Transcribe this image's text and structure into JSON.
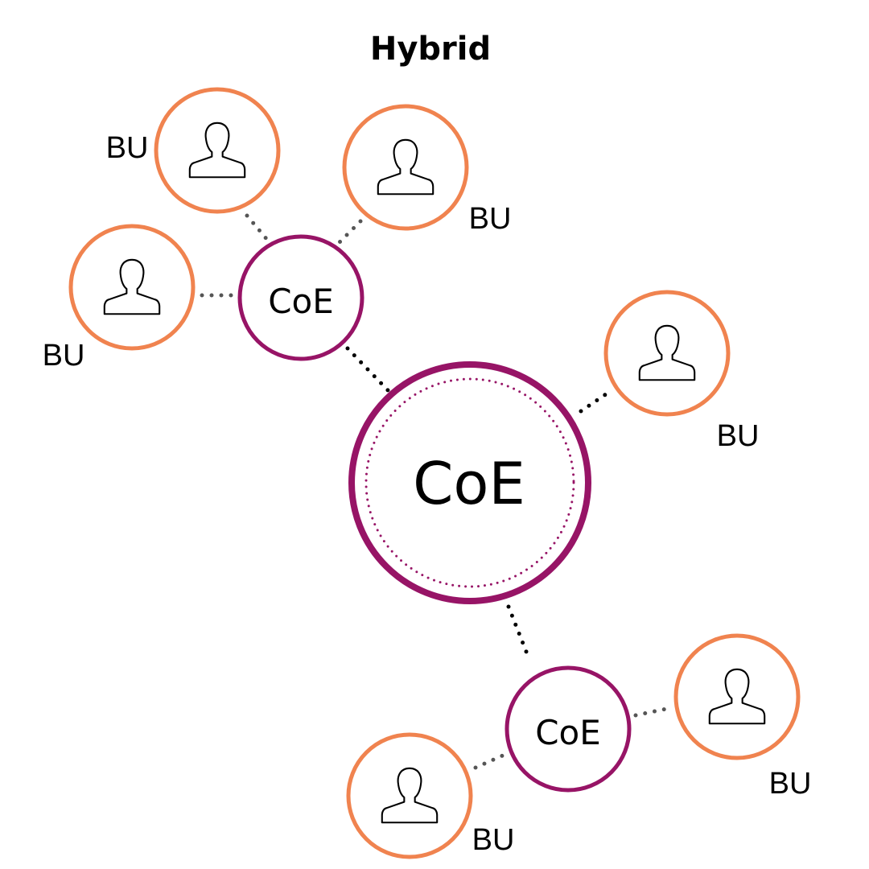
{
  "title": "Hybrid",
  "colors": {
    "bu_ring": "#F0834F",
    "coe_ring": "#971466",
    "connector_dark": "#000000",
    "connector_gray": "#555555",
    "text": "#000000"
  },
  "center_hub": {
    "label": "CoE"
  },
  "sub_hubs": [
    {
      "label": "CoE",
      "bus": [
        {
          "label": "BU",
          "icon": "person-icon"
        },
        {
          "label": "BU",
          "icon": "person-icon"
        },
        {
          "label": "BU",
          "icon": "person-icon"
        }
      ]
    },
    {
      "label": "CoE",
      "bus": [
        {
          "label": "BU",
          "icon": "person-icon"
        },
        {
          "label": "BU",
          "icon": "person-icon"
        }
      ]
    }
  ],
  "direct_bus": [
    {
      "label": "BU",
      "icon": "person-icon"
    }
  ]
}
